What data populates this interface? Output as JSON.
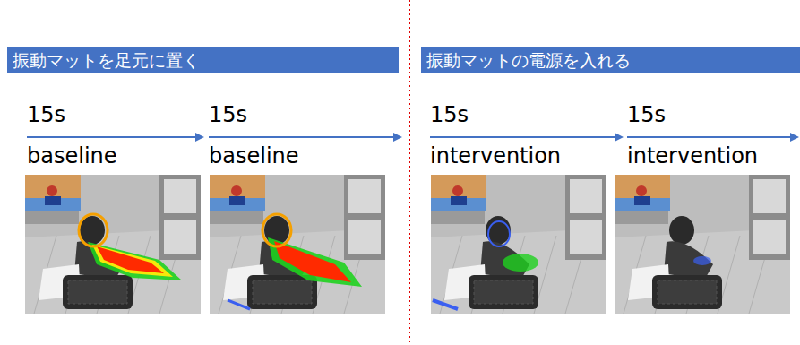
{
  "diagram": {
    "nodes": [
      {
        "text": [
          "振動マットを足元に置く"
        ]
      },
      {
        "text": [
          "振動マットの電源を入れる"
        ]
      }
    ],
    "labels": [
      "15s",
      "baseline",
      "15s",
      "baseline",
      "15s",
      "intervention",
      "15s",
      "intervention"
    ]
  }
}
